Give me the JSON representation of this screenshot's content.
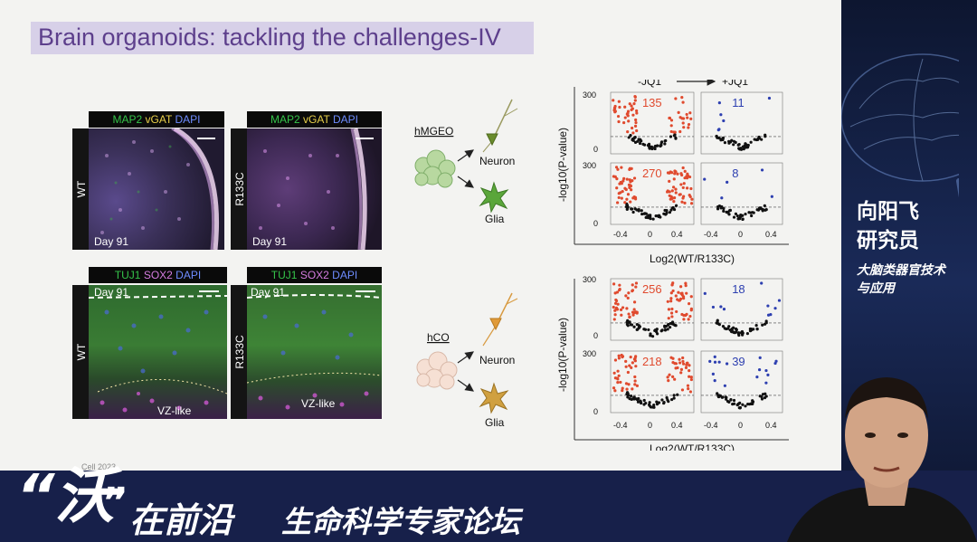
{
  "slide": {
    "title": "Brain organoids: tackling the challenges-IV",
    "panels": {
      "top_stain": {
        "a": "MAP2",
        "b": "vGAT",
        "c": "DAPI"
      },
      "bottom_stain": {
        "a": "TUJ1",
        "b": "SOX2",
        "c": "DAPI"
      },
      "wt_label": "WT",
      "mut_label": "R133C",
      "day_label": "Day 91",
      "vz_label": "VZ-like"
    },
    "schematic": {
      "top_name": "hMGEO",
      "bottom_name": "hCO",
      "neuron": "Neuron",
      "glia": "Glia"
    },
    "volcano": {
      "minus_jq1": "-JQ1",
      "plus_jq1": "+JQ1",
      "ylabel": "-log10(P-value)",
      "xlabel": "Log2(WT/R133C)",
      "ytick_top": "300",
      "ytick_zero": "0",
      "xticks": [
        "-0.4",
        "0",
        "0.4"
      ],
      "counts": [
        "135",
        "11",
        "270",
        "8",
        "256",
        "18",
        "218",
        "39"
      ]
    },
    "footer_fragment": "Cell 2023"
  },
  "speaker": {
    "name": "向阳飞",
    "title": "研究员",
    "topic_line1": "大脑类器官技术",
    "topic_line2": "与应用"
  },
  "program": {
    "char1": "沃",
    "char2": "在前沿",
    "forum": "生命科学专家论坛"
  },
  "colors": {
    "title_purple": "#5d3f8c",
    "dot_red": "#e04a2e",
    "dot_blue": "#2d3fb0",
    "banner_bg": "#17204a"
  }
}
